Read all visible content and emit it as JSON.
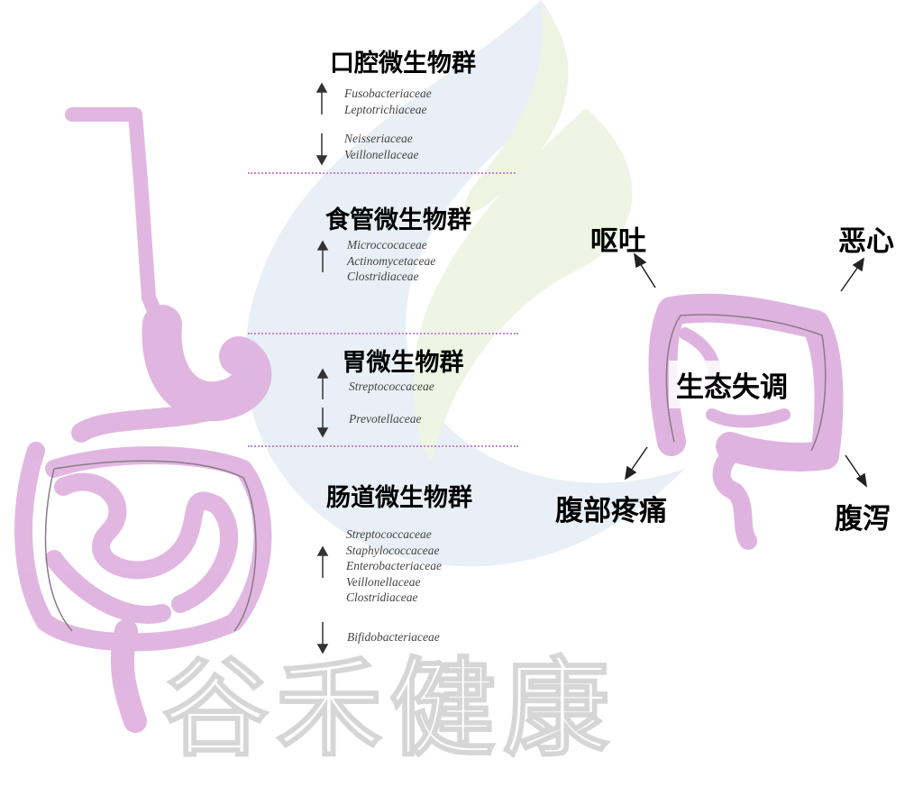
{
  "watermark": "谷禾健康",
  "sections": [
    {
      "title": "口腔微生物群",
      "up": [
        "Fusobacteriaceae",
        "Leptotrichiaceae"
      ],
      "down": [
        "Neisseriaceae",
        "Veillonellaceae"
      ]
    },
    {
      "title": "食管微生物群",
      "up": [
        "Microccocaceae",
        "Actinomycetaceae",
        "Clostridiaceae"
      ],
      "down": []
    },
    {
      "title": "胃微生物群",
      "up": [
        "Streptococcaceae"
      ],
      "down": [
        "Prevotellaceae"
      ]
    },
    {
      "title": "肠道微生物群",
      "up": [
        "Streptococcaceae",
        "Staphylococcaceae",
        "Enterobacteriaceae",
        "Veillonellaceae",
        "Clostridiaceae"
      ],
      "down": [
        "Bifidobacteriaceae"
      ]
    }
  ],
  "dysbiosis": {
    "center": "生态失调",
    "symptoms": [
      "呕吐",
      "恶心",
      "腹部疼痛",
      "腹泻"
    ]
  },
  "colors": {
    "organ": "#dfb3df",
    "logo_blue": "#e6eef6",
    "logo_green": "#eef5e6",
    "divider": "#c08ad0"
  }
}
